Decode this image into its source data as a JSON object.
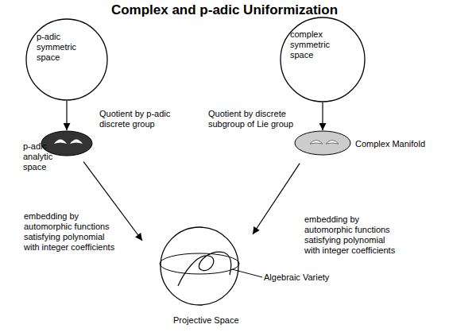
{
  "diagram": {
    "title": "Complex and p-adic Uniformization",
    "nodes": [
      {
        "text": [
          "p-adic symmetric space"
        ]
      },
      {
        "text": [
          "complex symmetric space"
        ]
      },
      {
        "text": [
          "p-adic analytic space"
        ]
      },
      {
        "text": [
          "Complex Manifold"
        ]
      },
      {
        "text": [
          "Projective Space"
        ]
      }
    ],
    "edges": [
      {
        "from": 0,
        "to": 2,
        "label": "Quotient by p-adic discrete group",
        "arrow": "to"
      },
      {
        "from": 1,
        "to": 3,
        "label": "Quotient by discrete subgroup of Lie group",
        "arrow": "to"
      },
      {
        "from": 2,
        "to": 4,
        "label": "embedding by automorphic functions satisfying polynomial with integer coefficients",
        "arrow": "to"
      },
      {
        "from": 3,
        "to": 4,
        "label": "embedding by automorphic functions satisfying polynomial with integer coefficients",
        "arrow": "to"
      }
    ],
    "labels": [
      "Algebraic Variety"
    ]
  }
}
